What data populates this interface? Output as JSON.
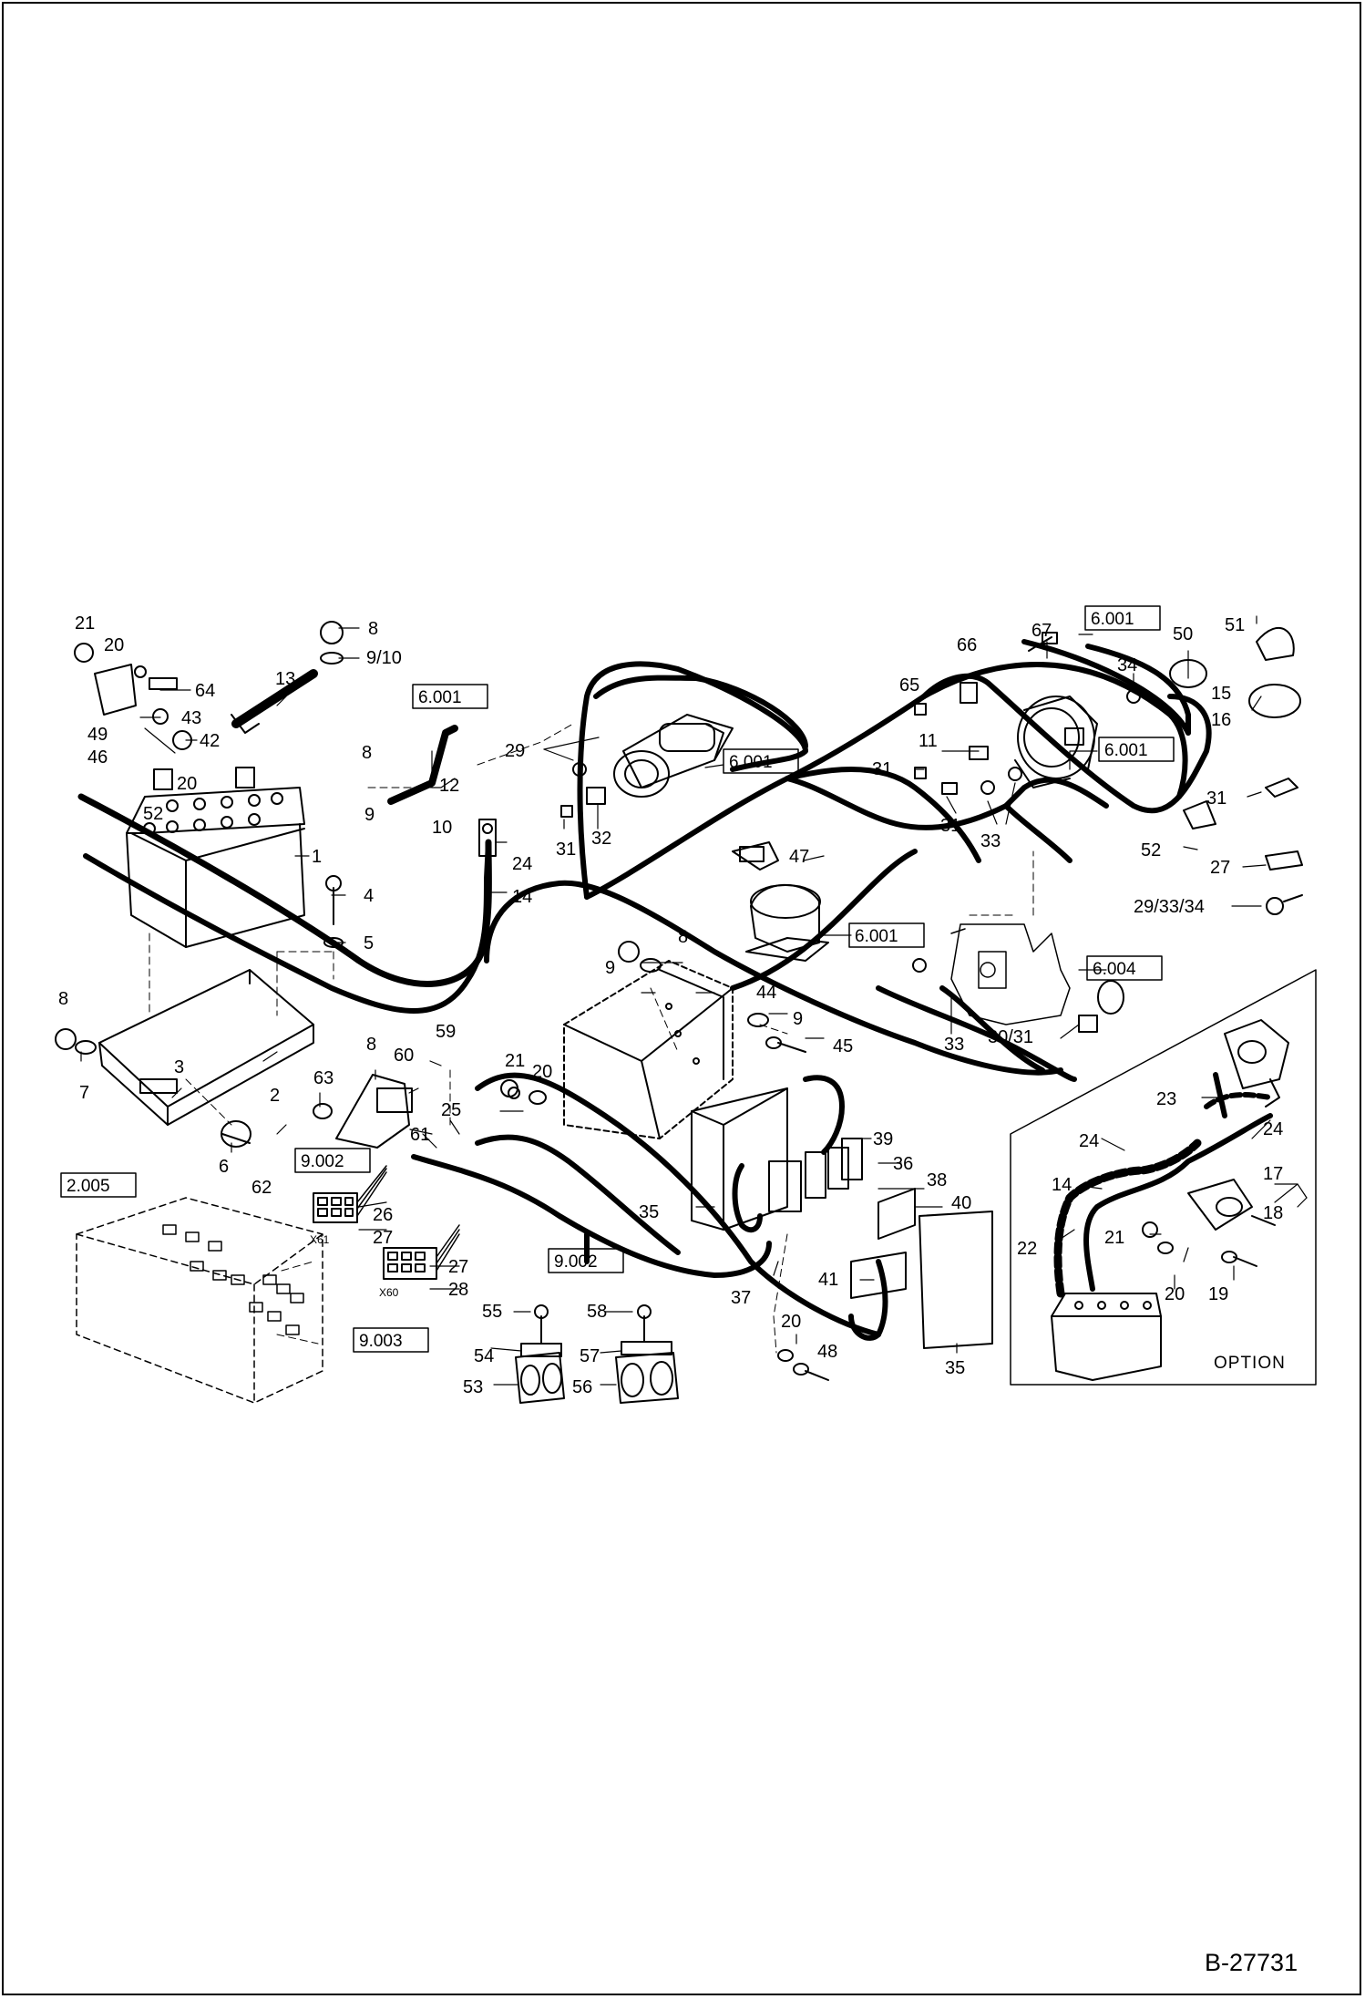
{
  "drawing_number": "B-27731",
  "option_label": "OPTION",
  "reference_boxes": [
    "6.001",
    "6.001",
    "6.001",
    "6.001",
    "6.001",
    "6.004",
    "9.002",
    "9.002",
    "9.003",
    "2.005"
  ],
  "connector_labels": [
    "X61",
    "X60"
  ],
  "part_labels": [
    "21",
    "20",
    "64",
    "43",
    "49",
    "42",
    "46",
    "20",
    "52",
    "8",
    "9/10",
    "13",
    "1",
    "4",
    "5",
    "6.001",
    "8",
    "9",
    "12",
    "10",
    "24",
    "14",
    "29",
    "31",
    "32",
    "6.001",
    "47",
    "67",
    "6.001",
    "50",
    "51",
    "66",
    "65",
    "11",
    "6.001",
    "34",
    "15",
    "16",
    "31",
    "31",
    "33",
    "52",
    "31",
    "27",
    "29/33/34",
    "6.001",
    "8",
    "9",
    "44",
    "9",
    "45",
    "6.004",
    "33",
    "30/31",
    "8",
    "7",
    "3",
    "2",
    "6",
    "62",
    "63",
    "8",
    "60",
    "59",
    "61",
    "9.002",
    "21",
    "20",
    "25",
    "26",
    "27",
    "28",
    "27",
    "39",
    "36",
    "38",
    "35",
    "40",
    "37",
    "41",
    "20",
    "48",
    "35",
    "55",
    "58",
    "54",
    "57",
    "53",
    "56",
    "2.005",
    "9.003",
    "9.002",
    "23",
    "24",
    "24",
    "14",
    "22",
    "17",
    "18",
    "21",
    "20",
    "19"
  ]
}
